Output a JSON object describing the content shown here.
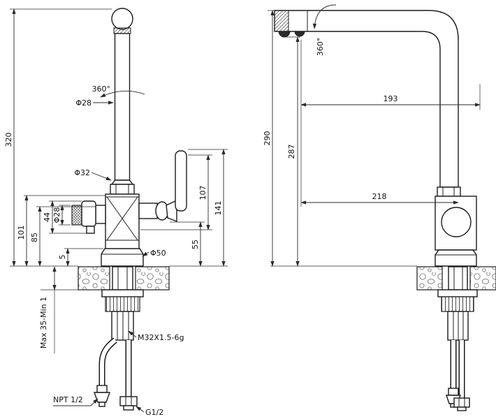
{
  "front_view": {
    "total_height": "320",
    "swivel_angle": "360°",
    "spout_diameter": "Φ28",
    "column_diameter": "Φ32",
    "height_101": "101",
    "height_85": "85",
    "height_44": "44",
    "spray_diameter": "Φ28",
    "height_5": "5",
    "handle_height_107": "107",
    "handle_height_141": "141",
    "height_55": "55",
    "base_diameter": "Φ50",
    "mounting_thickness": "Max 35-Min 1",
    "shank_thread": "M32X1.5-6g",
    "npt_thread": "NPT 1/2",
    "g_thread": "G1/2"
  },
  "side_view": {
    "height_290": "290",
    "height_287": "287",
    "swivel_angle": "360°",
    "reach_193": "193",
    "reach_218": "218"
  }
}
